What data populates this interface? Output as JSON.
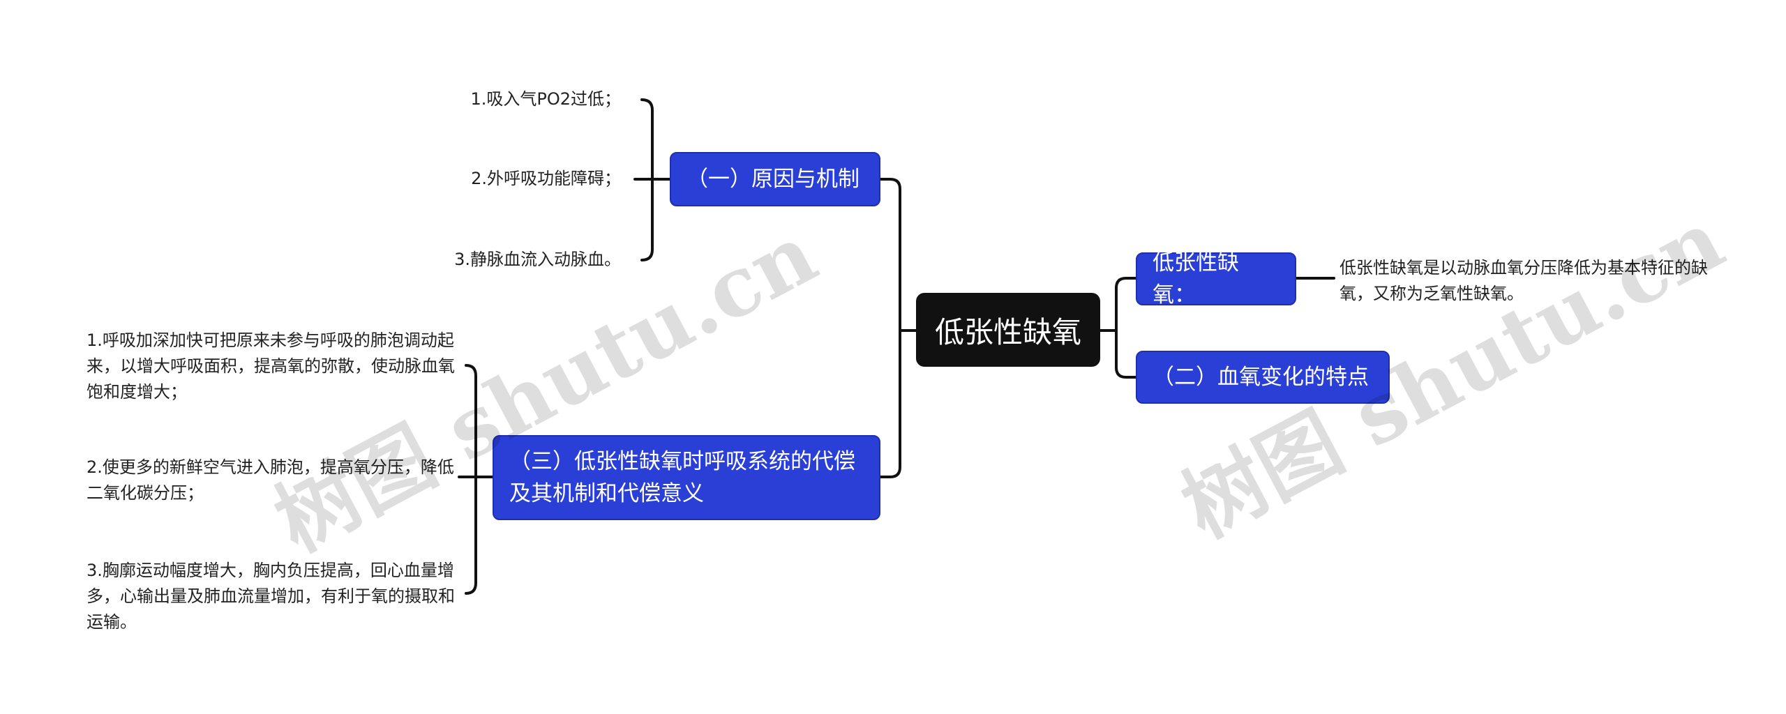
{
  "root": {
    "label": "低张性缺氧"
  },
  "branches": {
    "cause": {
      "label": "（一）原因与机制",
      "leaves": [
        "1.吸入气PO2过低；",
        "2.外呼吸功能障碍；",
        "3.静脉血流入动脉血。"
      ]
    },
    "compensation": {
      "label": "（三）低张性缺氧时呼吸系统的代偿及其机制和代偿意义",
      "leaves": [
        "1.呼吸加深加快可把原来未参与呼吸的肺泡调动起来，以增大呼吸面积，提高氧的弥散，使动脉血氧饱和度增大；",
        "2.使更多的新鲜空气进入肺泡，提高氧分压，降低二氧化碳分压；",
        "3.胸廓运动幅度增大，胸内负压提高，回心血量增多，心输出量及肺血流量增加，有利于氧的摄取和运输。"
      ]
    },
    "definition": {
      "label": "低张性缺氧：",
      "leaf": "低张性缺氧是以动脉血氧分压降低为基本特征的缺氧，又称为乏氧性缺氧。"
    },
    "bloodOxygen": {
      "label": "（二）血氧变化的特点"
    }
  },
  "watermarks": [
    "树图 shutu.cn",
    "树图 shutu.cn"
  ],
  "colors": {
    "root": "#111111",
    "branch": "#2a3fd6",
    "line": "#111111",
    "text": "#222222"
  }
}
